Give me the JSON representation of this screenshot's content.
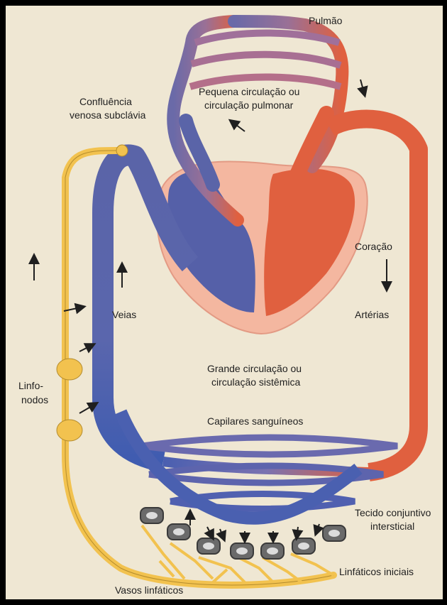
{
  "labels": {
    "pulmao": "Pulmão",
    "pequena_1": "Pequena circulação ou",
    "pequena_2": "circulação pulmonar",
    "confluencia_1": "Confluência",
    "confluencia_2": "venosa subclávia",
    "coracao": "Coração",
    "arterias": "Artérias",
    "veias": "Veias",
    "grande_1": "Grande circulação ou",
    "grande_2": "circulação sistêmica",
    "linfonodos_1": "Linfo-",
    "linfonodos_2": "nodos",
    "capilares": "Capilares sanguíneos",
    "tecido_1": "Tecido conjuntivo",
    "tecido_2": "intersticial",
    "linfaticos_iniciais": "Linfáticos iniciais",
    "vasos_linfaticos": "Vasos linfáticos"
  },
  "colors": {
    "venous": "#5a64a8",
    "arterial": "#e0603f",
    "lymph": "#f2c24f",
    "pericardium": "#f4b7a0",
    "background": "#efe7d3"
  }
}
